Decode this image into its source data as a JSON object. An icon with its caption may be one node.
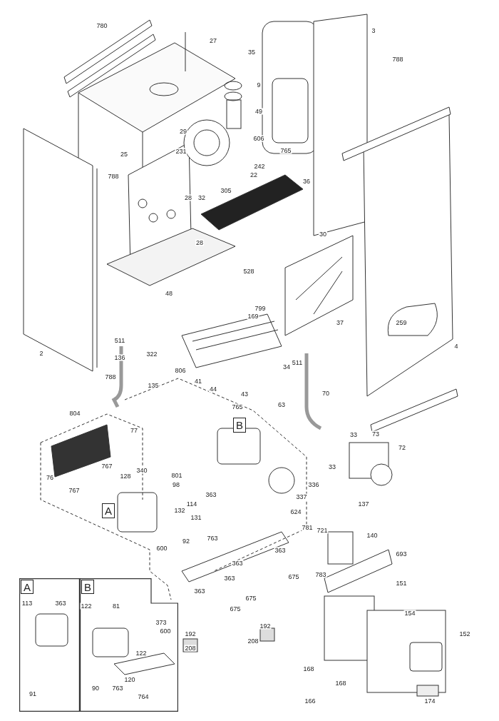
{
  "diagram": {
    "nodes": [
      {
        "text": [
          "A"
        ]
      },
      {
        "text": [
          "B"
        ]
      },
      {
        "text": [
          "A"
        ]
      },
      {
        "text": [
          "B"
        ]
      }
    ],
    "labels": [
      "780",
      "27",
      "35",
      "3",
      "788",
      "9",
      "49",
      "29",
      "606",
      "231",
      "765",
      "25",
      "242",
      "788",
      "22",
      "36",
      "305",
      "28",
      "32",
      "30",
      "28",
      "528",
      "48",
      "799",
      "169",
      "37",
      "259",
      "511",
      "2",
      "136",
      "322",
      "4",
      "511",
      "806",
      "34",
      "788",
      "41",
      "135",
      "44",
      "43",
      "70",
      "63",
      "765",
      "804",
      "77",
      "33",
      "73",
      "72",
      "767",
      "340",
      "128",
      "801",
      "33",
      "76",
      "98",
      "336",
      "767",
      "363",
      "114",
      "337",
      "132",
      "131",
      "624",
      "137",
      "781",
      "721",
      "140",
      "763",
      "92",
      "600",
      "363",
      "693",
      "363",
      "363",
      "675",
      "783",
      "151",
      "363",
      "675",
      "675",
      "113",
      "363",
      "122",
      "81",
      "154",
      "373",
      "600",
      "192",
      "152",
      "208",
      "192",
      "208",
      "122",
      "120",
      "168",
      "90",
      "763",
      "764",
      "168",
      "91",
      "166",
      "174"
    ]
  }
}
